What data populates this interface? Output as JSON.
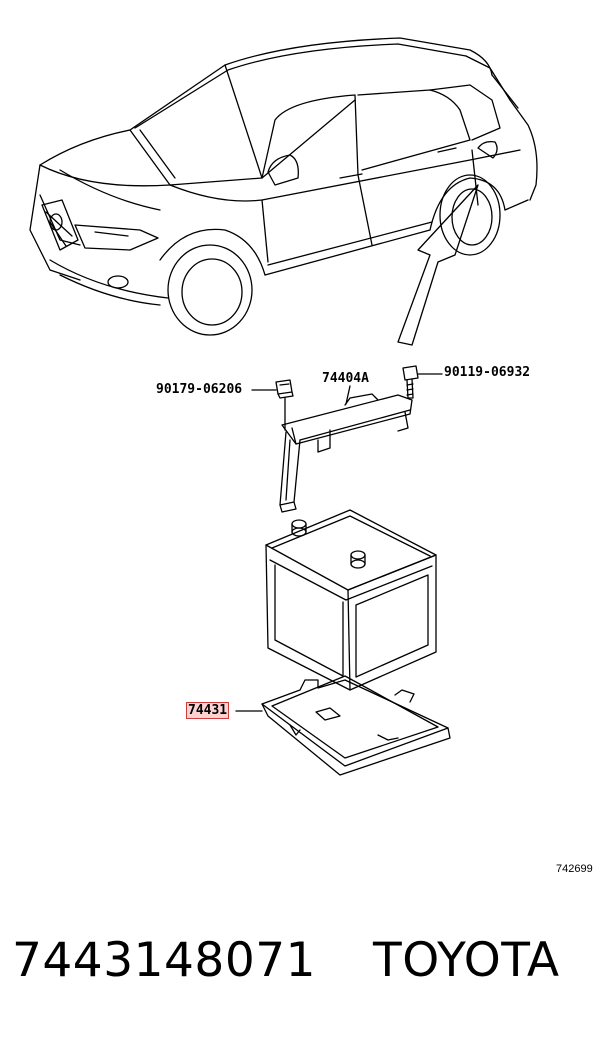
{
  "callouts": {
    "bolt_left": "90179-06206",
    "hold_down": "74404A",
    "bolt_right": "90119-06932",
    "tray": "74431"
  },
  "figure_code": "742699",
  "footer": {
    "part_number": "7443148071",
    "brand": "TOYOTA"
  },
  "colors": {
    "highlight_fill": "#fbd3d3",
    "highlight_border": "#d03a3a",
    "line": "#000000"
  }
}
